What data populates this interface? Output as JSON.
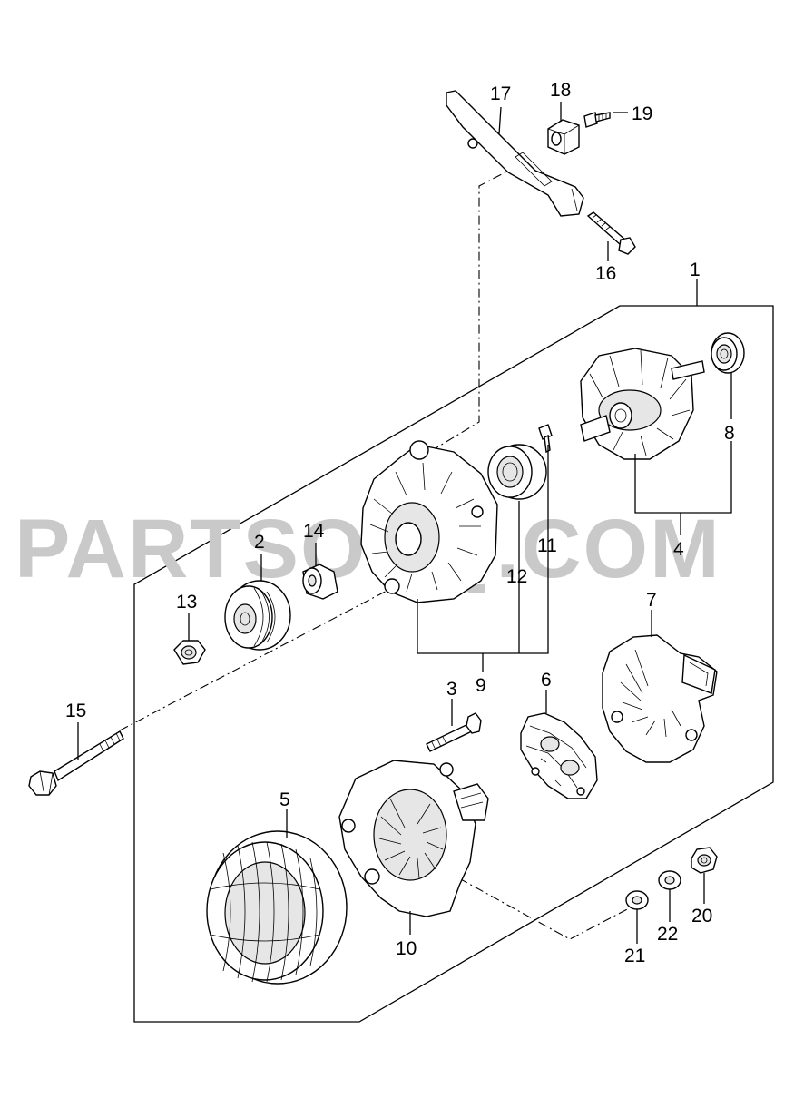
{
  "watermark": "PARTSOUQ.COM",
  "callouts": {
    "c1": "1",
    "c2": "2",
    "c3": "3",
    "c4": "4",
    "c5": "5",
    "c6": "6",
    "c7": "7",
    "c8": "8",
    "c9": "9",
    "c10": "10",
    "c11": "11",
    "c12": "12",
    "c13": "13",
    "c14": "14",
    "c15": "15",
    "c16": "16",
    "c17": "17",
    "c18": "18",
    "c19": "19",
    "c20": "20",
    "c21": "21",
    "c22": "22"
  },
  "parts": [
    {
      "id": "bracket",
      "icon": "bracket-icon",
      "callout": "17"
    },
    {
      "id": "bushing",
      "icon": "bushing-icon",
      "callout": "18"
    },
    {
      "id": "bolt-small",
      "icon": "bolt-icon",
      "callout": "19"
    },
    {
      "id": "bolt-mount",
      "icon": "bolt-icon",
      "callout": "16"
    },
    {
      "id": "rotor",
      "icon": "rotor-icon",
      "callout": "4"
    },
    {
      "id": "bearing-rear",
      "icon": "bearing-icon",
      "callout": "8"
    },
    {
      "id": "front-housing",
      "icon": "housing-icon",
      "callout": "9"
    },
    {
      "id": "bearing-front",
      "icon": "bearing-icon",
      "callout": "12"
    },
    {
      "id": "screw",
      "icon": "screw-icon",
      "callout": "11"
    },
    {
      "id": "pulley",
      "icon": "pulley-icon",
      "callout": "2"
    },
    {
      "id": "spacer",
      "icon": "spacer-icon",
      "callout": "14"
    },
    {
      "id": "nut",
      "icon": "nut-icon",
      "callout": "13"
    },
    {
      "id": "long-bolt",
      "icon": "bolt-icon",
      "callout": "15"
    },
    {
      "id": "stud-bolt",
      "icon": "bolt-icon",
      "callout": "3"
    },
    {
      "id": "regulator",
      "icon": "regulator-icon",
      "callout": "6"
    },
    {
      "id": "rear-cover",
      "icon": "cover-icon",
      "callout": "7"
    },
    {
      "id": "stator",
      "icon": "stator-icon",
      "callout": "5"
    },
    {
      "id": "rear-housing",
      "icon": "housing-icon",
      "callout": "10"
    },
    {
      "id": "nut-terminal",
      "icon": "nut-icon",
      "callout": "20"
    },
    {
      "id": "washer-a",
      "icon": "washer-icon",
      "callout": "21"
    },
    {
      "id": "washer-b",
      "icon": "washer-icon",
      "callout": "22"
    }
  ]
}
